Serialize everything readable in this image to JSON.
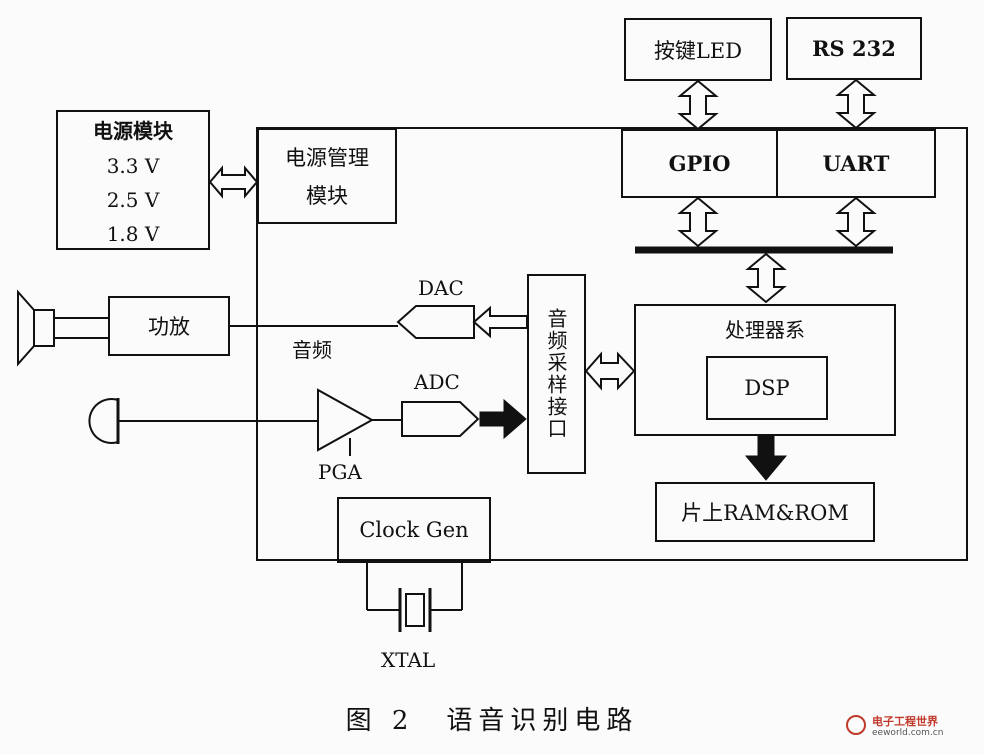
{
  "blocks": {
    "power_module": {
      "title": "电源模块",
      "v1": "3.3 V",
      "v2": "2.5 V",
      "v3": "1.8 V"
    },
    "power_mgmt": {
      "line1": "电源管理",
      "line2": "模块"
    },
    "keys_led": "按键LED",
    "rs232": "RS 232",
    "gpio": "GPIO",
    "uart": "UART",
    "amplifier": "功放",
    "audio": "音频",
    "dac": "DAC",
    "adc": "ADC",
    "pga": "PGA",
    "audio_interface": "音频采样接口",
    "processor_system": "处理器系",
    "dsp": "DSP",
    "memory": "片上RAM&ROM",
    "clock_gen": "Clock Gen",
    "xtal": "XTAL"
  },
  "caption": "图 2　语音识别电路",
  "watermark": {
    "title": "电子工程世界",
    "url": "eeworld.com.cn"
  },
  "colors": {
    "ink": "#111111",
    "background": "#fbfbfb",
    "watermark": "#c0392b"
  }
}
